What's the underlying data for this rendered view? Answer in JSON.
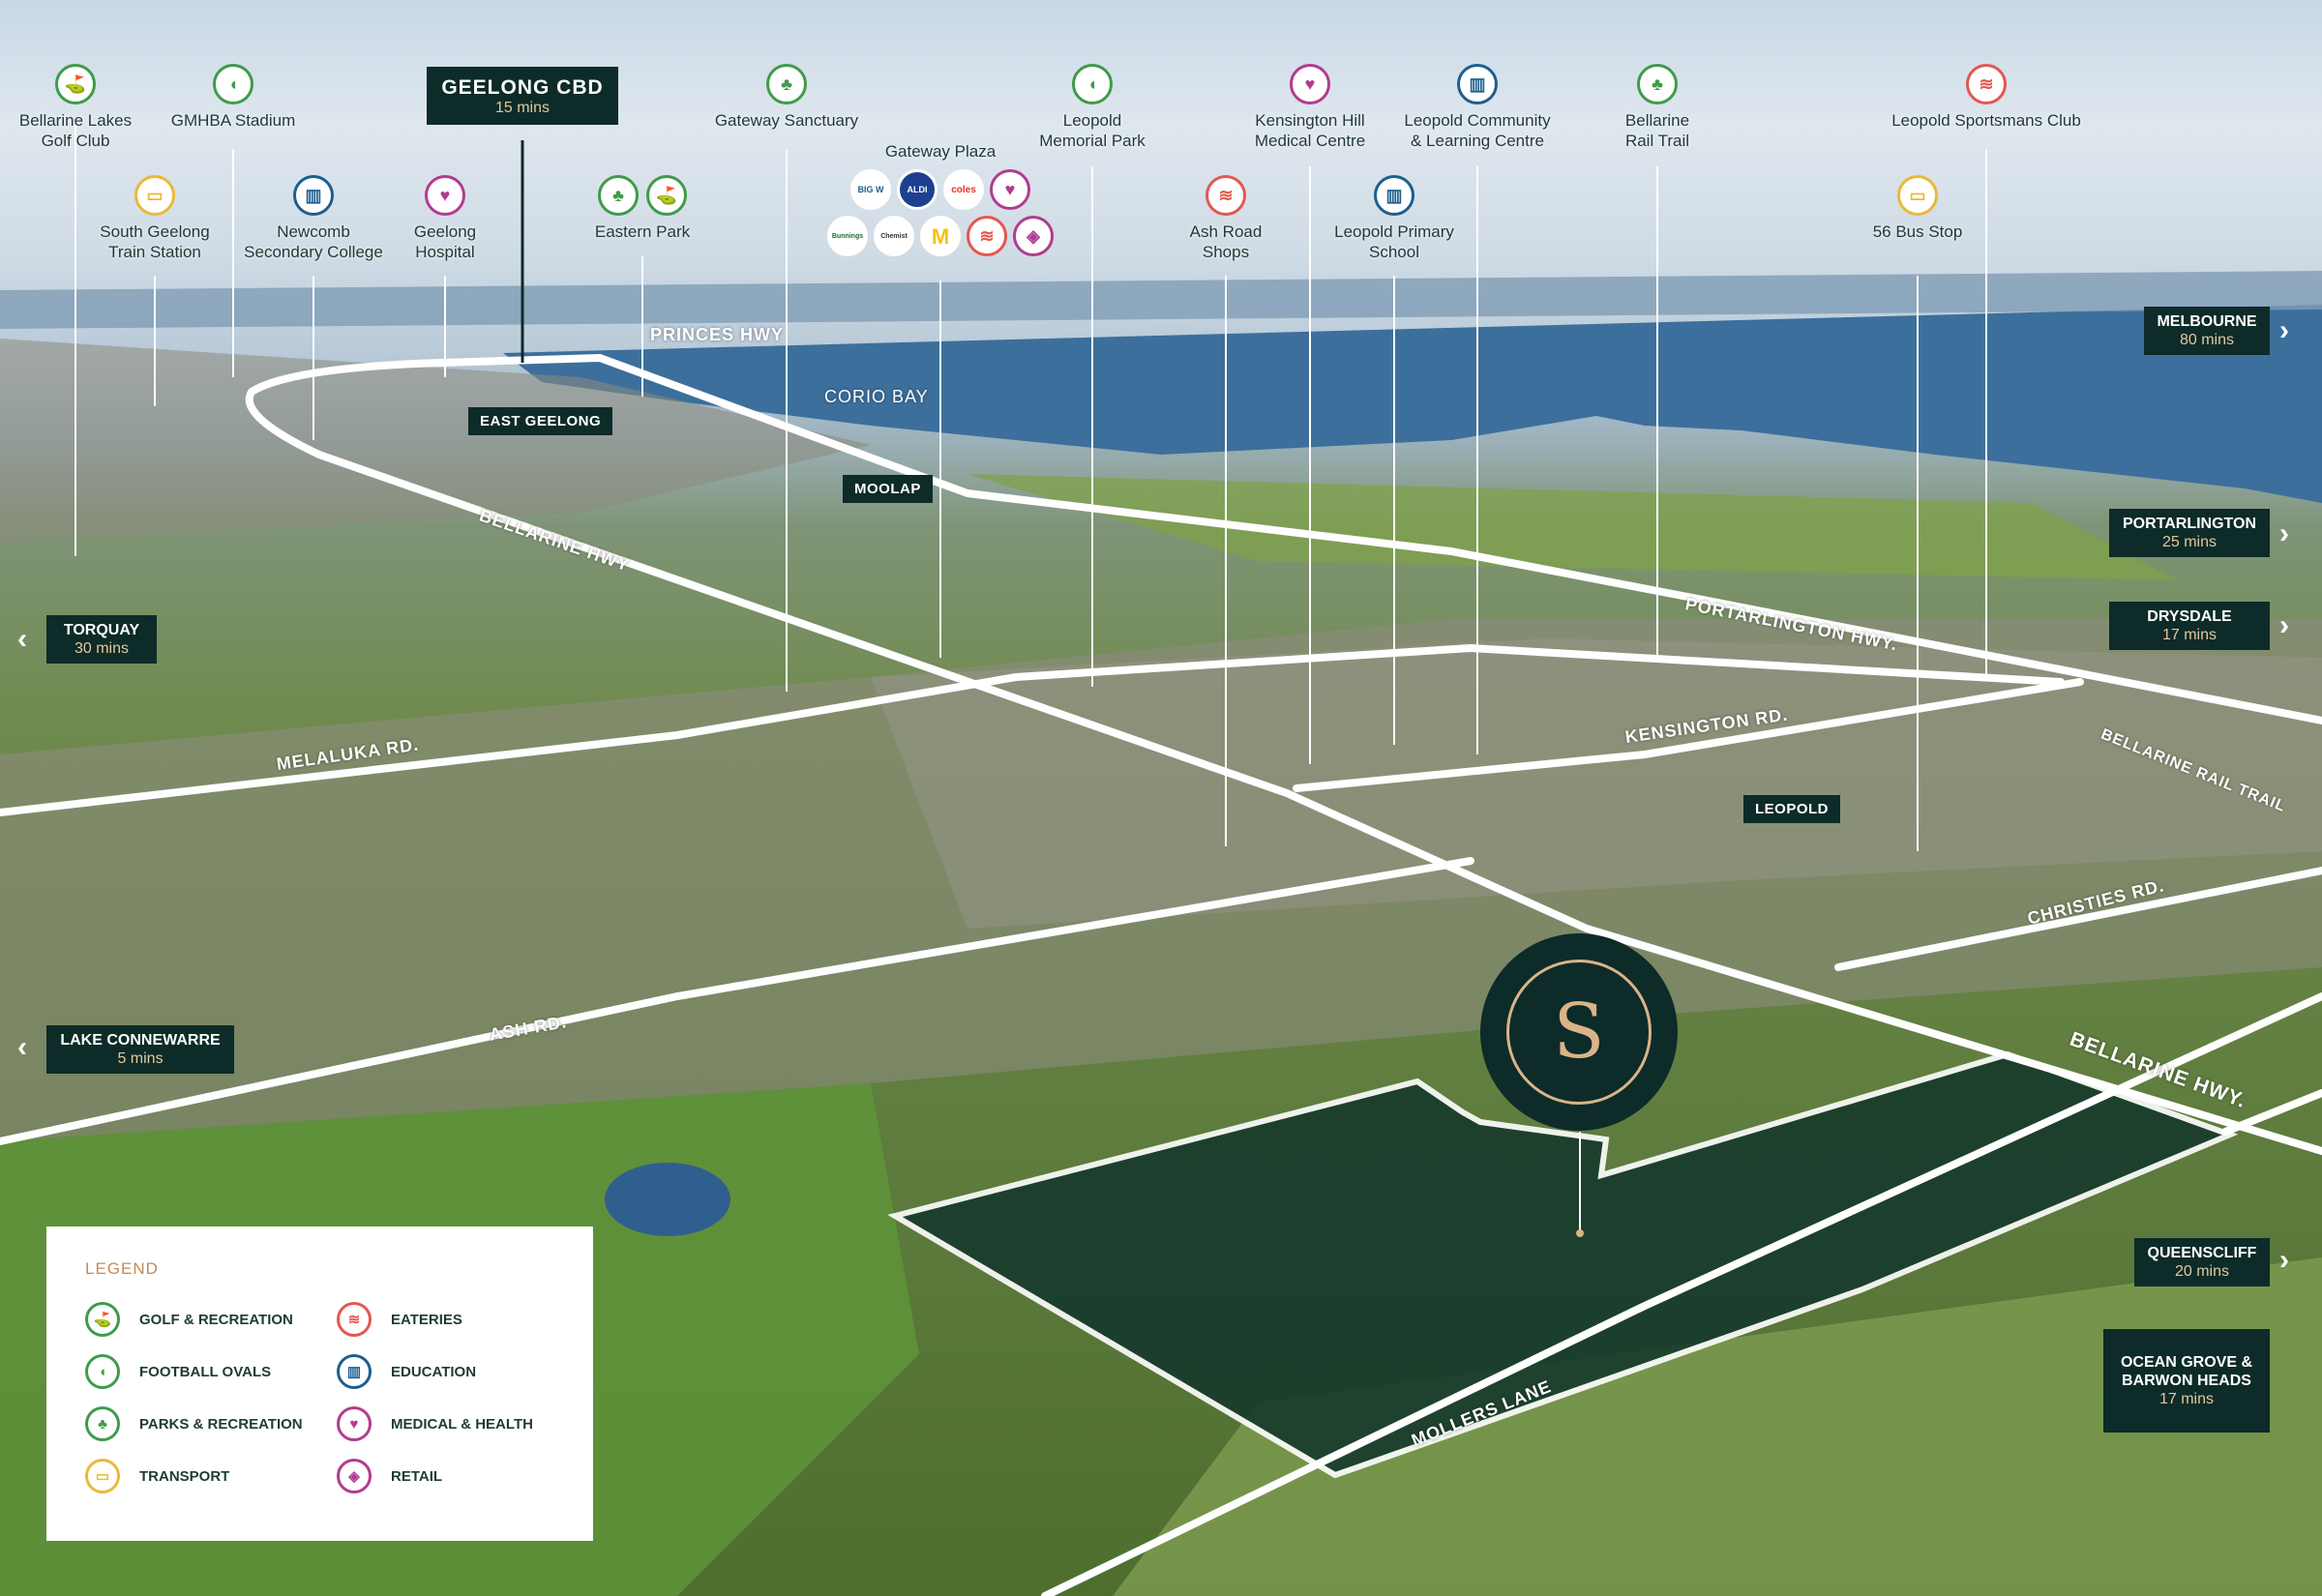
{
  "colors": {
    "golf": "#3f9b4a",
    "football": "#3f9b4a",
    "parks": "#3f9b4a",
    "transport": "#e9b93a",
    "eateries": "#e4574f",
    "education": "#1d5f8f",
    "medical": "#b13c8f",
    "retail": "#b13c8f",
    "dark": "#0d2b28",
    "gold": "#d9b489"
  },
  "cbd": {
    "name": "GEELONG CBD",
    "time": "15 mins"
  },
  "pois": [
    {
      "name": "Bellarine Lakes\nGolf Club",
      "icon": "golf-icon",
      "category": "golf"
    },
    {
      "name": "GMHBA Stadium",
      "icon": "football-icon",
      "category": "football"
    },
    {
      "name": "South Geelong\nTrain Station",
      "icon": "transport-icon",
      "category": "transport"
    },
    {
      "name": "Newcomb\nSecondary College",
      "icon": "education-icon",
      "category": "education"
    },
    {
      "name": "Geelong\nHospital",
      "icon": "medical-icon",
      "category": "medical"
    },
    {
      "name": "Eastern Park",
      "icon": "parks-icon",
      "category": "parks"
    },
    {
      "name": "Gateway Sanctuary",
      "icon": "parks-icon",
      "category": "parks"
    },
    {
      "name": "Gateway Plaza",
      "icon": "retail-icon",
      "category": "retail"
    },
    {
      "name": "Leopold\nMemorial Park",
      "icon": "football-icon",
      "category": "football"
    },
    {
      "name": "Ash Road\nShops",
      "icon": "eateries-icon",
      "category": "eateries"
    },
    {
      "name": "Kensington Hill\nMedical Centre",
      "icon": "medical-icon",
      "category": "medical"
    },
    {
      "name": "Leopold Primary\nSchool",
      "icon": "education-icon",
      "category": "education"
    },
    {
      "name": "Leopold Community\n& Learning Centre",
      "icon": "education-icon",
      "category": "education"
    },
    {
      "name": "Bellarine\nRail Trail",
      "icon": "parks-icon",
      "category": "parks"
    },
    {
      "name": "56 Bus Stop",
      "icon": "transport-icon",
      "category": "transport"
    },
    {
      "name": "Leopold Sportsmans Club",
      "icon": "eateries-icon",
      "category": "eateries"
    }
  ],
  "plaza_brands": [
    "BIG W",
    "ALDI",
    "coles",
    "medical",
    "Bunnings",
    "Chemist",
    "M",
    "eateries",
    "retail"
  ],
  "place_tags": [
    "EAST GEELONG",
    "MOOLAP",
    "LEOPOLD"
  ],
  "roads": [
    "PRINCES HWY",
    "CORIO BAY",
    "BELLARINE HWY",
    "MELALUKA RD.",
    "PORTARLINGTON HWY.",
    "KENSINGTON RD.",
    "BELLARINE RAIL TRAIL",
    "CHRISTIES RD.",
    "BELLARINE HWY.",
    "ASH RD.",
    "MOLLERS LANE"
  ],
  "destinations": [
    {
      "name": "MELBOURNE",
      "time": "80 mins"
    },
    {
      "name": "PORTARLINGTON",
      "time": "25 mins"
    },
    {
      "name": "DRYSDALE",
      "time": "17 mins"
    },
    {
      "name": "TORQUAY",
      "time": "30 mins"
    },
    {
      "name": "LAKE CONNEWARRE",
      "time": "5 mins"
    },
    {
      "name": "QUEENSCLIFF",
      "time": "20 mins"
    },
    {
      "name": "OCEAN GROVE &\nBARWON HEADS",
      "time": "17 mins"
    }
  ],
  "legend": {
    "title": "LEGEND",
    "items": [
      {
        "label": "GOLF & RECREATION",
        "icon": "golf-icon",
        "category": "golf"
      },
      {
        "label": "EATERIES",
        "icon": "eateries-icon",
        "category": "eateries"
      },
      {
        "label": "FOOTBALL OVALS",
        "icon": "football-icon",
        "category": "football"
      },
      {
        "label": "EDUCATION",
        "icon": "education-icon",
        "category": "education"
      },
      {
        "label": "PARKS & RECREATION",
        "icon": "parks-icon",
        "category": "parks"
      },
      {
        "label": "MEDICAL & HEALTH",
        "icon": "medical-icon",
        "category": "medical"
      },
      {
        "label": "TRANSPORT",
        "icon": "transport-icon",
        "category": "transport"
      },
      {
        "label": "RETAIL",
        "icon": "retail-icon",
        "category": "retail"
      }
    ]
  }
}
